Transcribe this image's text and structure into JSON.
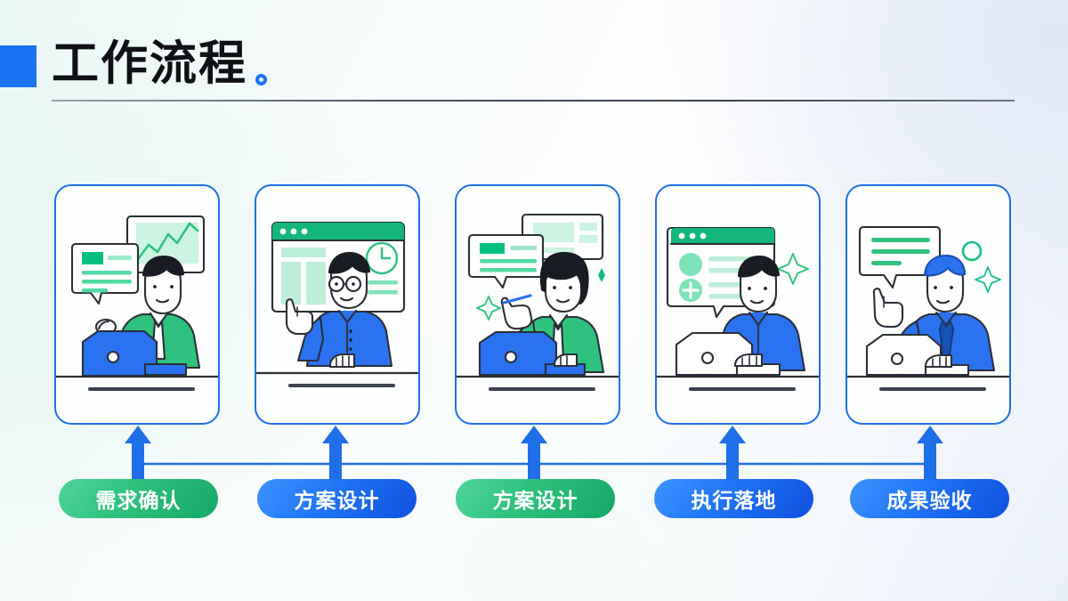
{
  "header": {
    "title": "工作流程",
    "accent_square_color": "#1a73f0",
    "accent_dot_icon": "circle-ring-icon",
    "divider": "title-underline"
  },
  "colors": {
    "brand_blue": "#1a73f0",
    "card_border_blue": "#1f6fe8",
    "pill_green_from": "#4fd49a",
    "pill_green_to": "#16a866",
    "pill_blue_from": "#3d93ff",
    "pill_blue_to": "#1150e0",
    "arrow_blue": "#1f6fe8",
    "illustration_green": "#2ec27e",
    "illustration_mint": "#b9f0d8",
    "illustration_blue": "#2a72f0",
    "outline_dark": "#2b2f38"
  },
  "flow": {
    "connector_line": "horizontal-blue-rail",
    "arrow_direction": "up",
    "steps": [
      {
        "id": "step-1",
        "label": "需求确认",
        "pill_style": "green",
        "illustration": "man-green-shirt-laptop-chart-bubble",
        "illustration_elements": [
          "speech-bubble-text",
          "chart-bubble-line-graph",
          "blue-laptop",
          "desk-line"
        ]
      },
      {
        "id": "step-2",
        "label": "方案设计",
        "pill_style": "blue",
        "illustration": "man-glasses-pointing-browser-window",
        "illustration_elements": [
          "browser-window",
          "clock-icon",
          "column-blocks",
          "pointing-hand",
          "desk-line"
        ]
      },
      {
        "id": "step-3",
        "label": "方案设计",
        "pill_style": "green",
        "illustration": "woman-green-jacket-laptop-two-bubbles",
        "illustration_elements": [
          "speech-bubble-text",
          "second-bubble",
          "blue-laptop",
          "sparkle-icon",
          "diamond-icon",
          "desk-line"
        ]
      },
      {
        "id": "step-4",
        "label": "执行落地",
        "pill_style": "blue",
        "illustration": "man-blue-shirt-laptop-browser-bubble",
        "illustration_elements": [
          "browser-bubble",
          "avatar-circle",
          "plus-icon",
          "text-lines",
          "white-laptop",
          "sparkle-icon",
          "desk-line"
        ]
      },
      {
        "id": "step-5",
        "label": "成果验收",
        "pill_style": "blue",
        "illustration": "man-blue-tie-pointing-speech-bubble",
        "illustration_elements": [
          "speech-bubble-text",
          "white-laptop",
          "circle-outline-icon",
          "sparkle-icon",
          "desk-line"
        ]
      }
    ]
  }
}
